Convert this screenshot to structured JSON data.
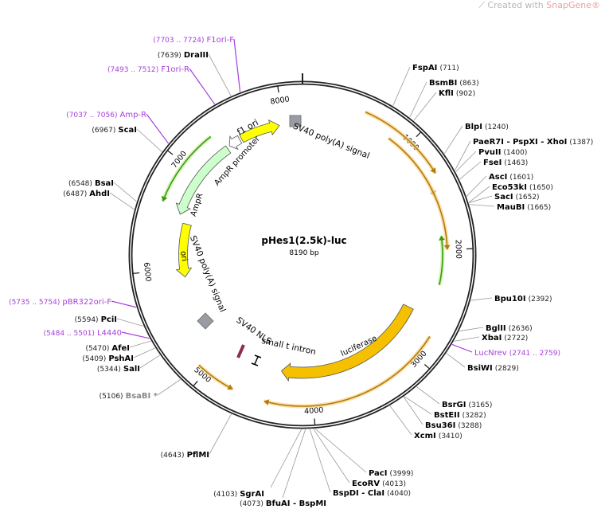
{
  "watermark": {
    "prefix": "Created with ",
    "brand": "SnapGene®"
  },
  "plasmid": {
    "name": "pHes1(2.5k)-luc",
    "length_label": "8190 bp",
    "length": 8190
  },
  "colors": {
    "enzyme": "#000000",
    "primer": "#a63fd9",
    "ring": "#222222",
    "yellow": "#ffff00",
    "orange": "#f5c000",
    "ampr": "#ccffcc",
    "gray_feature": "#999da3",
    "nls": "#8b2c4a"
  },
  "ticks": [
    1000,
    2000,
    3000,
    4000,
    5000,
    6000,
    7000,
    8000
  ],
  "features": [
    {
      "label": "f1 ori",
      "start": 7560,
      "end": 7960,
      "dir": 1,
      "color": "#ffff00"
    },
    {
      "label": "AmpR promoter",
      "start": 7420,
      "end": 7540,
      "dir": -1,
      "color": "#ffffff"
    },
    {
      "label": "AmpR",
      "start": 6560,
      "end": 7390,
      "dir": -1,
      "color": "#ccffcc"
    },
    {
      "label": "ori",
      "start": 5900,
      "end": 6480,
      "dir": -1,
      "color": "#ffff00"
    },
    {
      "label": "luciferase",
      "start": 2640,
      "end": 4330,
      "dir": 1,
      "color": "#f5c000"
    },
    {
      "label": "SV40 poly(A) signal",
      "start": 100,
      "end": 230,
      "dir": 0,
      "color": "#999da3"
    },
    {
      "label": "SV40 poly(A) signal",
      "start": 5240,
      "end": 5370,
      "dir": 0,
      "color": "#999da3"
    },
    {
      "label": "SV40 NLS",
      "start": 4660,
      "end": 4700,
      "dir": 0,
      "color": "#8b2c4a"
    },
    {
      "label": "small t intron",
      "start": 4560,
      "end": 4600,
      "dir": 0,
      "color": "#000000"
    }
  ],
  "primer_arcs": [
    {
      "start": 540,
      "end": 1330,
      "dir": 1,
      "color": "#b07a10"
    },
    {
      "start": 830,
      "end": 1500,
      "dir": 1,
      "color": "#b07a10"
    },
    {
      "start": 1420,
      "end": 2000,
      "dir": 1,
      "color": "#b07a10"
    },
    {
      "start": 1870,
      "end": 2330,
      "dir": -1,
      "color": "#3a9a10"
    },
    {
      "start": 6620,
      "end": 7330,
      "dir": -1,
      "color": "#3a9a10"
    },
    {
      "start": 2790,
      "end": 4430,
      "dir": 1,
      "color": "#b07a10"
    },
    {
      "start": 4720,
      "end": 5080,
      "dir": -1,
      "color": "#b07a10"
    }
  ],
  "sites": [
    {
      "name": "FspAI",
      "pos": "(711)",
      "at": 711,
      "kind": "enzyme"
    },
    {
      "name": "BsmBI",
      "pos": "(863)",
      "at": 863,
      "kind": "enzyme"
    },
    {
      "name": "KflI",
      "pos": "(902)",
      "at": 902,
      "kind": "enzyme"
    },
    {
      "name": "BlpI",
      "pos": "(1240)",
      "at": 1240,
      "kind": "enzyme"
    },
    {
      "name": "PaeR7I - PspXI - XhoI",
      "pos": "(1387)",
      "at": 1387,
      "kind": "enzyme"
    },
    {
      "name": "PvuII",
      "pos": "(1400)",
      "at": 1400,
      "kind": "enzyme"
    },
    {
      "name": "FseI",
      "pos": "(1463)",
      "at": 1463,
      "kind": "enzyme"
    },
    {
      "name": "AscI",
      "pos": "(1601)",
      "at": 1601,
      "kind": "enzyme"
    },
    {
      "name": "Eco53kI",
      "pos": "(1650)",
      "at": 1650,
      "kind": "enzyme"
    },
    {
      "name": "SacI",
      "pos": "(1652)",
      "at": 1652,
      "kind": "enzyme"
    },
    {
      "name": "MauBI",
      "pos": "(1665)",
      "at": 1665,
      "kind": "enzyme"
    },
    {
      "name": "Bpu10I",
      "pos": "(2392)",
      "at": 2392,
      "kind": "enzyme"
    },
    {
      "name": "BglII",
      "pos": "(2636)",
      "at": 2636,
      "kind": "enzyme"
    },
    {
      "name": "XbaI",
      "pos": "(2722)",
      "at": 2722,
      "kind": "enzyme"
    },
    {
      "name": "LucNrev",
      "pos": "(2741 .. 2759)",
      "at": 2750,
      "kind": "primer"
    },
    {
      "name": "BsiWI",
      "pos": "(2829)",
      "at": 2829,
      "kind": "enzyme"
    },
    {
      "name": "BsrGI",
      "pos": "(3165)",
      "at": 3165,
      "kind": "enzyme"
    },
    {
      "name": "BstEII",
      "pos": "(3282)",
      "at": 3282,
      "kind": "enzyme"
    },
    {
      "name": "Bsu36I",
      "pos": "(3288)",
      "at": 3288,
      "kind": "enzyme"
    },
    {
      "name": "XcmI",
      "pos": "(3410)",
      "at": 3410,
      "kind": "enzyme"
    },
    {
      "name": "PacI",
      "pos": "(3999)",
      "at": 3999,
      "kind": "enzyme"
    },
    {
      "name": "EcoRV",
      "pos": "(4013)",
      "at": 4013,
      "kind": "enzyme"
    },
    {
      "name": "BspDI - ClaI",
      "pos": "(4040)",
      "at": 4040,
      "kind": "enzyme"
    },
    {
      "name": "SgrAI",
      "pos": "(4103)",
      "at": 4103,
      "kind": "enzyme"
    },
    {
      "name": "BfuAI - BspMI",
      "pos": "(4073)",
      "at": 4073,
      "kind": "enzyme"
    },
    {
      "name": "PflMI",
      "pos": "(4643)",
      "at": 4643,
      "kind": "enzyme"
    },
    {
      "name": "BsaBI *",
      "pos": "(5106)",
      "at": 5106,
      "kind": "blocked"
    },
    {
      "name": "SalI",
      "pos": "(5344)",
      "at": 5344,
      "kind": "enzyme"
    },
    {
      "name": "PshAI",
      "pos": "(5409)",
      "at": 5409,
      "kind": "enzyme"
    },
    {
      "name": "AfeI",
      "pos": "(5470)",
      "at": 5470,
      "kind": "enzyme"
    },
    {
      "name": "L4440",
      "pos": "(5484 .. 5501)",
      "at": 5492,
      "kind": "primer"
    },
    {
      "name": "PciI",
      "pos": "(5594)",
      "at": 5594,
      "kind": "enzyme"
    },
    {
      "name": "pBR322ori-F",
      "pos": "(5735 .. 5754)",
      "at": 5745,
      "kind": "primer"
    },
    {
      "name": "AhdI",
      "pos": "(6487)",
      "at": 6487,
      "kind": "enzyme"
    },
    {
      "name": "BsaI",
      "pos": "(6548)",
      "at": 6548,
      "kind": "enzyme"
    },
    {
      "name": "ScaI",
      "pos": "(6967)",
      "at": 6967,
      "kind": "enzyme"
    },
    {
      "name": "Amp-R",
      "pos": "(7037 .. 7056)",
      "at": 7046,
      "kind": "primer"
    },
    {
      "name": "F1ori-R",
      "pos": "(7493 .. 7512)",
      "at": 7502,
      "kind": "primer"
    },
    {
      "name": "DraIII",
      "pos": "(7639)",
      "at": 7639,
      "kind": "enzyme"
    },
    {
      "name": "F1ori-F",
      "pos": "(7703 .. 7724)",
      "at": 7713,
      "kind": "primer"
    }
  ]
}
